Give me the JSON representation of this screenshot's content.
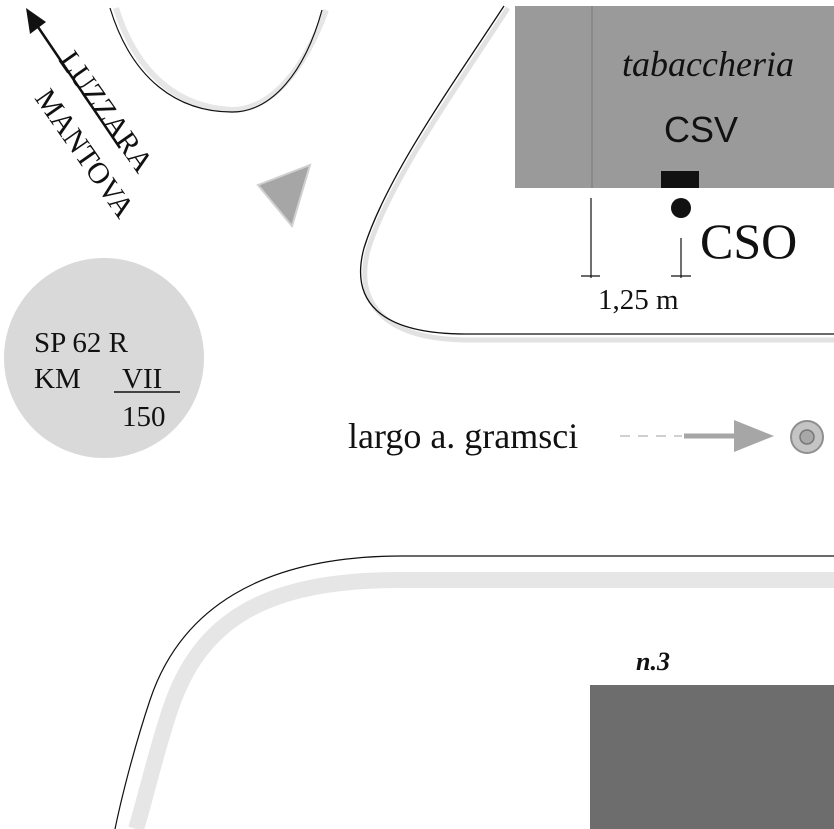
{
  "direction": {
    "line1": "LUZZARA",
    "line2": "MANTOVA",
    "arrow_icon": "arrow-up-left-icon"
  },
  "road_marker": {
    "route": "SP 62 R",
    "km_label": "KM",
    "km_value": "VII",
    "sub_value": "150"
  },
  "shop": {
    "name": "tabaccheria",
    "code": "CSV",
    "color": "#9a9a9a"
  },
  "point": {
    "code": "CSO",
    "distance": "1,25 m"
  },
  "street": {
    "name": "largo a. gramsci",
    "target_icon": "target-circle-icon"
  },
  "building": {
    "number": "n.3",
    "color": "#6d6d6d"
  }
}
